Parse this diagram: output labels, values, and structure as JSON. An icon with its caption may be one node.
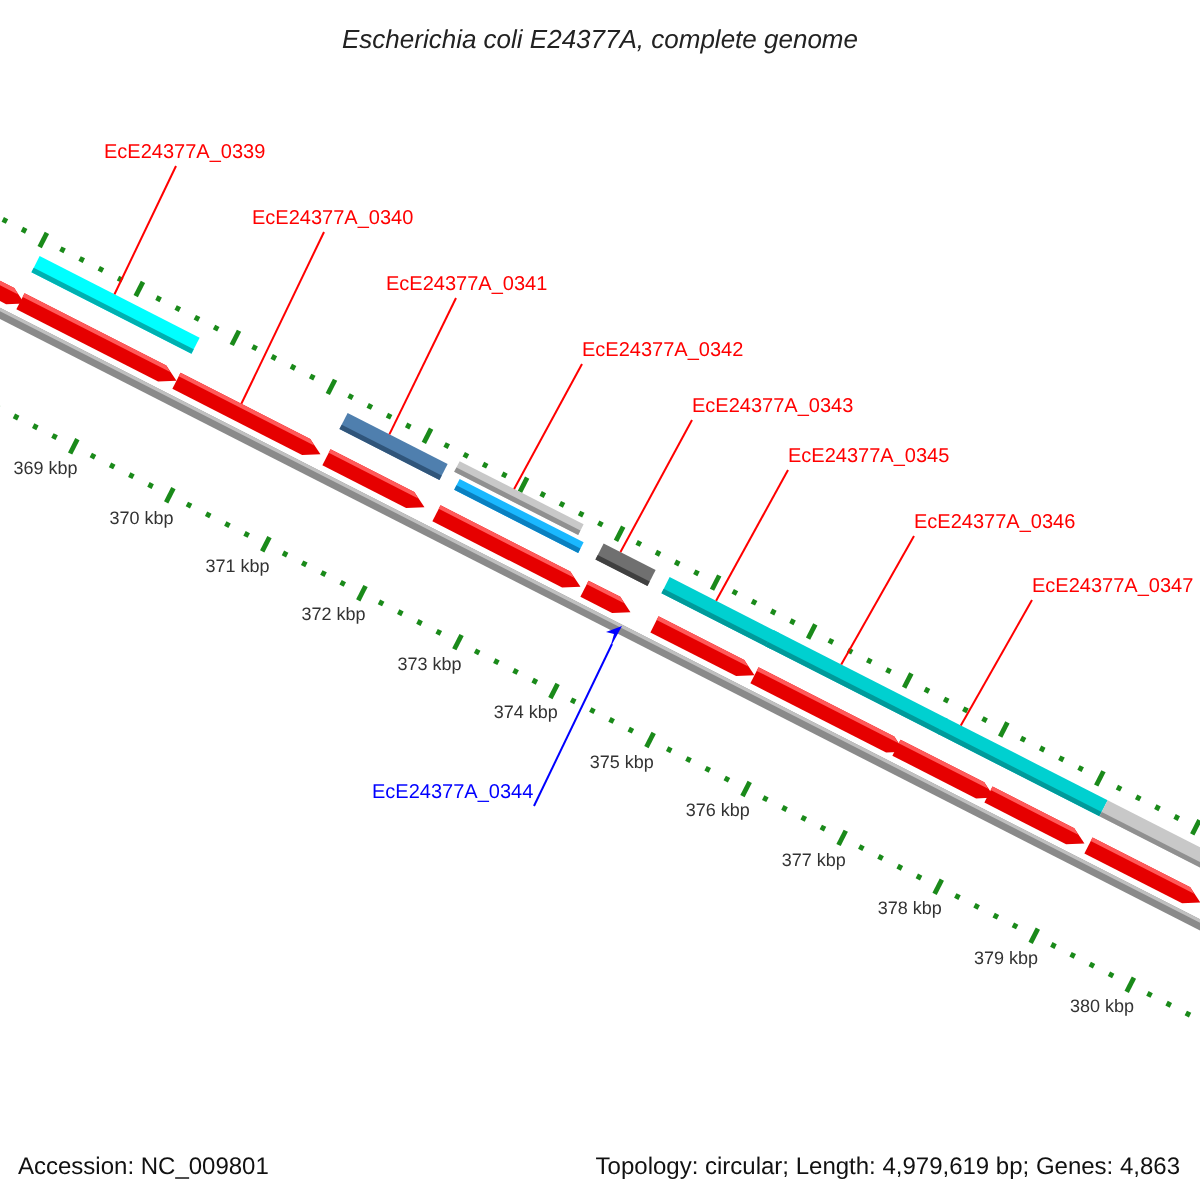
{
  "diagram": {
    "title": "Escherichia coli E24377A, complete genome",
    "nodes": [
      {
        "text": [
          "EcE24377A_0339"
        ]
      },
      {
        "text": [
          "EcE24377A_0340"
        ]
      },
      {
        "text": [
          "EcE24377A_0341"
        ]
      },
      {
        "text": [
          "EcE24377A_0342"
        ]
      },
      {
        "text": [
          "EcE24377A_0343"
        ]
      },
      {
        "text": [
          "EcE24377A_0345"
        ]
      },
      {
        "text": [
          "EcE24377A_0346"
        ]
      },
      {
        "text": [
          "EcE24377A_0347"
        ]
      },
      {
        "text": [
          "EcE24377A_0344"
        ]
      },
      {
        "text": [],
        "shape": "bar"
      },
      {
        "text": [],
        "shape": "bar"
      },
      {
        "text": [],
        "shape": "bar"
      },
      {
        "text": [],
        "shape": "bar"
      },
      {
        "text": [],
        "shape": "bar"
      },
      {
        "text": [],
        "shape": "triangle"
      },
      {
        "text": [],
        "shape": "bar"
      },
      {
        "text": [],
        "shape": "bar"
      },
      {
        "text": [],
        "shape": "bar"
      }
    ],
    "edges": [
      {
        "from": 0,
        "to": 9,
        "arrow": "none"
      },
      {
        "from": 1,
        "to": 10,
        "arrow": "none"
      },
      {
        "from": 2,
        "to": 11,
        "arrow": "none"
      },
      {
        "from": 3,
        "to": 12,
        "arrow": "none"
      },
      {
        "from": 4,
        "to": 13,
        "arrow": "none"
      },
      {
        "from": 5,
        "to": 15,
        "arrow": "none"
      },
      {
        "from": 6,
        "to": 16,
        "arrow": "none"
      },
      {
        "from": 7,
        "to": 17,
        "arrow": "none"
      },
      {
        "from": 8,
        "to": 14,
        "arrow": "none",
        "color": "#0000ff"
      }
    ],
    "labels": [
      "369 kbp",
      "370 kbp",
      "371 kbp",
      "372 kbp",
      "373 kbp",
      "374 kbp",
      "375 kbp",
      "376 kbp",
      "377 kbp",
      "378 kbp",
      "379 kbp",
      "380 kbp",
      "Accession: NC_009801",
      "Topology: circular; Length: 4,979,619 bp; Genes: 4,863"
    ]
  }
}
